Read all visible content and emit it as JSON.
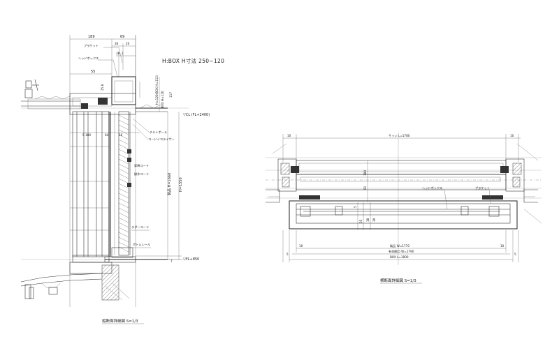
{
  "left_drawing": {
    "title": "H:BOX H寸法 250~120",
    "caption": "縦断面詳細図 S=1/3",
    "dims": {
      "d189": "189",
      "d69": "69",
      "d30": "30",
      "d20": "20",
      "d38": "38",
      "d2": "2",
      "d55": "55",
      "d258": "25.8",
      "d5": "5",
      "d180": "180",
      "d64": "64",
      "d117": "117",
      "d7": "7",
      "d16": "16",
      "box_h120": "BOX H=120",
      "box_h120_side": "H=120(BOX H=112)",
      "cl": "▽CL (FL+2400)",
      "fl": "▽FL+850",
      "h1660": "製品 H=1660",
      "h1550": "H=1550"
    },
    "labels": {
      "bracket": "ブラケット",
      "headbox": "ヘッドボックス",
      "tilt_pole": "チルトポール",
      "cord_equalizer": "コードイコライザー",
      "lift_cord": "昇降コード",
      "operation_cord": "操作コード",
      "ladder_cord": "ラダーコード",
      "bottom_rail": "ボトムレール"
    }
  },
  "right_drawing": {
    "caption": "横断面詳細図 S=1/3",
    "dims": {
      "d10_left": "10",
      "d10_right": "10",
      "sash": "サッシ L=1780",
      "d180": "180",
      "d91": "91",
      "d5": "5",
      "d35": "35",
      "d38": "38",
      "d30": "30",
      "product_w": "製品 W=1770",
      "opening_w": "有効開口 W=1790",
      "box_l": "BOX L=1800",
      "d5_left": "5",
      "d10_bl": "10",
      "d10_br": "10",
      "d5_right": "5"
    },
    "labels": {
      "headbox": "ヘッドボックス",
      "bracket": "ブラケット"
    }
  }
}
